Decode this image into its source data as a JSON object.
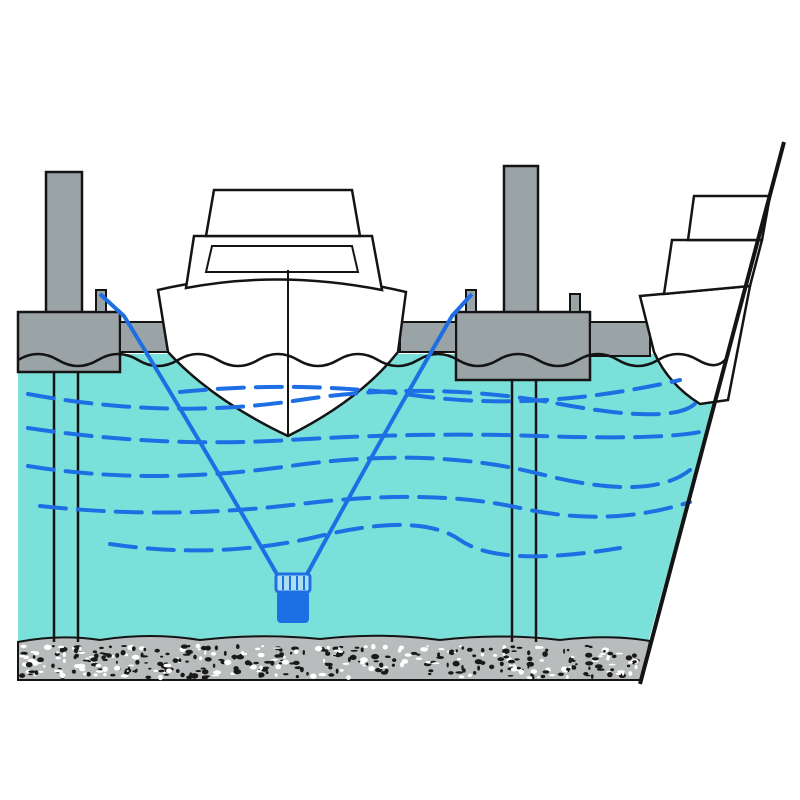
{
  "colors": {
    "background": "#ffffff",
    "water": "#7be0d9",
    "dock": "#9aa3a5",
    "outline": "#141414",
    "boat": "#ffffff",
    "current": "#1e6fe3",
    "unit_body": "#1e6fe3",
    "unit_grille": "#a9dff0",
    "seabed": "#b9bcbc",
    "gravel": "#1a1a1a"
  },
  "scene": {
    "left_piling": "piling",
    "right_piling": "piling",
    "left_dock": "floating-dock",
    "right_dock": "floating-dock",
    "center_boat": "boat",
    "right_boat": "boat",
    "current_lines": "circulation-current",
    "mooring_lines": "mooring-line",
    "submerged_unit": "submerged-circulator",
    "seabed": "gravel-seabed",
    "seawall": "seawall"
  }
}
